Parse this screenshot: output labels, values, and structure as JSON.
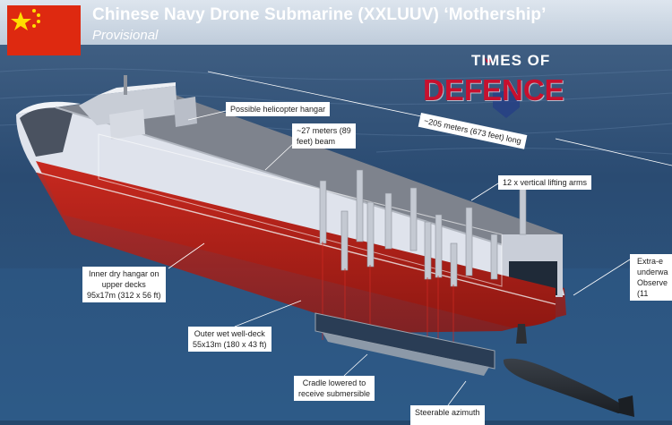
{
  "header": {
    "title": "Chinese Navy Drone Submarine (XXLUUV) ‘Mothership’",
    "subtitle": "Provisional"
  },
  "logo": {
    "top_text": "TIMES OF",
    "main_text": "DEFENCE"
  },
  "labels": {
    "helicopter_hangar": "Possible helicopter hangar",
    "beam_line1": "~27 meters (89",
    "beam_line2": "feet) beam",
    "length": "~205 meters (673 feet) long",
    "lifting_arms": "12 x vertical lifting arms",
    "dry_hangar_line1": "Inner dry hangar on",
    "dry_hangar_line2": "upper decks",
    "dry_hangar_line3": "95x17m (312 x 56 ft)",
    "wet_deck_line1": "Outer wet well-deck",
    "wet_deck_line2": "55x13m (180 x 43 ft)",
    "cradle_line1": "Cradle lowered to",
    "cradle_line2": "receive submersible",
    "azimuth": "Steerable azimuth",
    "extra_line1": "Extra-e",
    "extra_line2": "underwa",
    "extra_line3": "Observe",
    "extra_line4": "(11"
  },
  "colors": {
    "flag_red": "#de2910",
    "flag_yellow": "#ffde00",
    "hull_red": "#b8241c",
    "hull_white": "#dfe3ec",
    "deck_gray": "#7e838d",
    "water_dark": "#1c3b5e",
    "logo_red": "#c8102e",
    "logo_blue": "#253e86"
  }
}
